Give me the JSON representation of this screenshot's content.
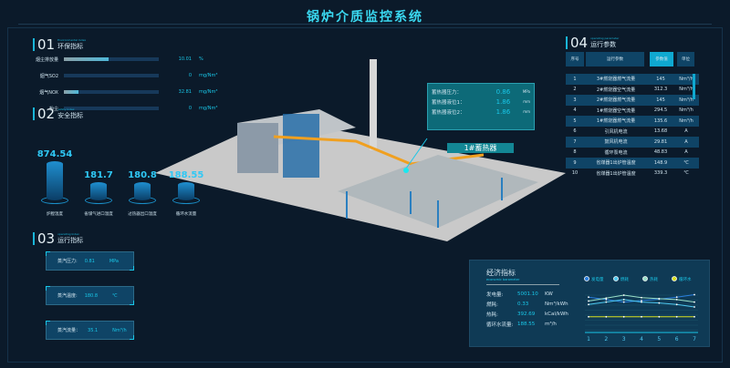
{
  "title": "锅炉介质监控系统",
  "env": {
    "num": "01",
    "title": "环保指标",
    "en": "Environmental Index",
    "items": [
      {
        "label": "烟尘排放量",
        "value": "10.01",
        "unit": "%",
        "fill": 0.47
      },
      {
        "label": "烟气SO2",
        "value": "0",
        "unit": "mg/Nm³",
        "fill": 0
      },
      {
        "label": "烟气NOX",
        "value": "32.81",
        "unit": "mg/Nm³",
        "fill": 0.15
      },
      {
        "label": "粉尘",
        "value": "0",
        "unit": "mg/Nm³",
        "fill": 0
      }
    ]
  },
  "safety": {
    "num": "02",
    "title": "安全指标",
    "en": "safety Index",
    "items": [
      {
        "label": "炉膛温度",
        "value": "874.54"
      },
      {
        "label": "省煤气进口温度",
        "value": "181.7"
      },
      {
        "label": "过热器出口温度",
        "value": "180.8"
      },
      {
        "label": "循环水流量",
        "value": "188.55"
      }
    ]
  },
  "ops": {
    "num": "03",
    "title": "运行指标",
    "en": "operating Index",
    "items": [
      {
        "label": "蒸汽压力:",
        "value": "0.81",
        "unit": "MPa"
      },
      {
        "label": "蒸汽温度:",
        "value": "180.8",
        "unit": "℃"
      },
      {
        "label": "蒸汽流量：",
        "value": "35.1",
        "unit": "Nm³/h"
      }
    ]
  },
  "params": {
    "num": "04",
    "title": "运行参数",
    "en": "operating parameter",
    "headers": [
      "序号",
      "运行参数",
      "参数值",
      "单位"
    ],
    "rows": [
      [
        "1",
        "3#燃烧器燃气流量",
        "145",
        "Nm³/h"
      ],
      [
        "2",
        "2#燃烧器空气流量",
        "312.3",
        "Nm³/h"
      ],
      [
        "3",
        "2#燃烧器燃气流量",
        "145",
        "Nm³/h"
      ],
      [
        "4",
        "1#燃烧器空气流量",
        "294.5",
        "Nm³/h"
      ],
      [
        "5",
        "1#燃烧器燃气流量",
        "135.6",
        "Nm³/h"
      ],
      [
        "6",
        "引风机电流",
        "13.68",
        "A"
      ],
      [
        "7",
        "鼓风机电流",
        "29.81",
        "A"
      ],
      [
        "8",
        "循环泵电流",
        "48.83",
        "A"
      ],
      [
        "9",
        "省煤器1出炉管温度",
        "148.9",
        "℃"
      ],
      [
        "10",
        "省煤器1出炉管温度",
        "339.3",
        "℃"
      ]
    ]
  },
  "heater": {
    "name": "1#蓄热器",
    "rows": [
      {
        "label": "蓄热器压力：",
        "value": "0.86",
        "unit": "MPa"
      },
      {
        "label": "蓄热器液位1：",
        "value": "1.86",
        "unit": "mm"
      },
      {
        "label": "蓄热器液位2：",
        "value": "1.86",
        "unit": "mm"
      }
    ]
  },
  "economic": {
    "title": "经济指标",
    "en": "economic barometer",
    "rows": [
      {
        "label": "发电量:",
        "value": "5001.10",
        "unit": "KW"
      },
      {
        "label": "燃耗:",
        "value": "0.33",
        "unit": "Nm³/kWh"
      },
      {
        "label": "热耗:",
        "value": "392.69",
        "unit": "kCal/kWh"
      },
      {
        "label": "循环水流量:",
        "value": "188.55",
        "unit": "m³/h"
      }
    ]
  },
  "chart_data": {
    "type": "line",
    "x": [
      "1",
      "2",
      "3",
      "4",
      "5",
      "6",
      "7"
    ],
    "series": [
      {
        "name": "发电量",
        "color": "#2a7fe0",
        "values": [
          7,
          6.5,
          6,
          6.3,
          6.6,
          7,
          7.5
        ]
      },
      {
        "name": "燃耗",
        "color": "#4ec9f0",
        "values": [
          5.5,
          6,
          6.5,
          6,
          5.8,
          5.5,
          5
        ]
      },
      {
        "name": "热耗",
        "color": "#9be0c8",
        "values": [
          6.2,
          6.8,
          7.4,
          6.9,
          6.7,
          6.5,
          6
        ]
      },
      {
        "name": "循环水",
        "color": "#d8e020",
        "values": [
          3,
          3,
          3,
          3,
          3,
          3,
          3
        ]
      }
    ],
    "ylim": [
      0,
      10
    ]
  }
}
